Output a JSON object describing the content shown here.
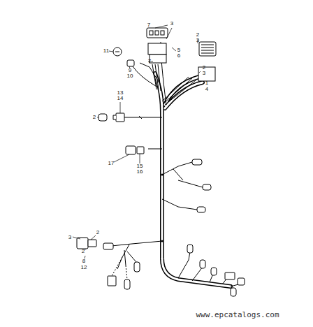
{
  "diagram": {
    "labels": [
      "7",
      "3",
      "2",
      "3",
      "5",
      "6",
      "7",
      "11",
      "9",
      "10",
      "2",
      "3",
      "1",
      "4",
      "13",
      "14",
      "2",
      "17",
      "15",
      "16",
      "3",
      "2",
      "2",
      "8",
      "12",
      "www.epcatalogs.com"
    ]
  }
}
